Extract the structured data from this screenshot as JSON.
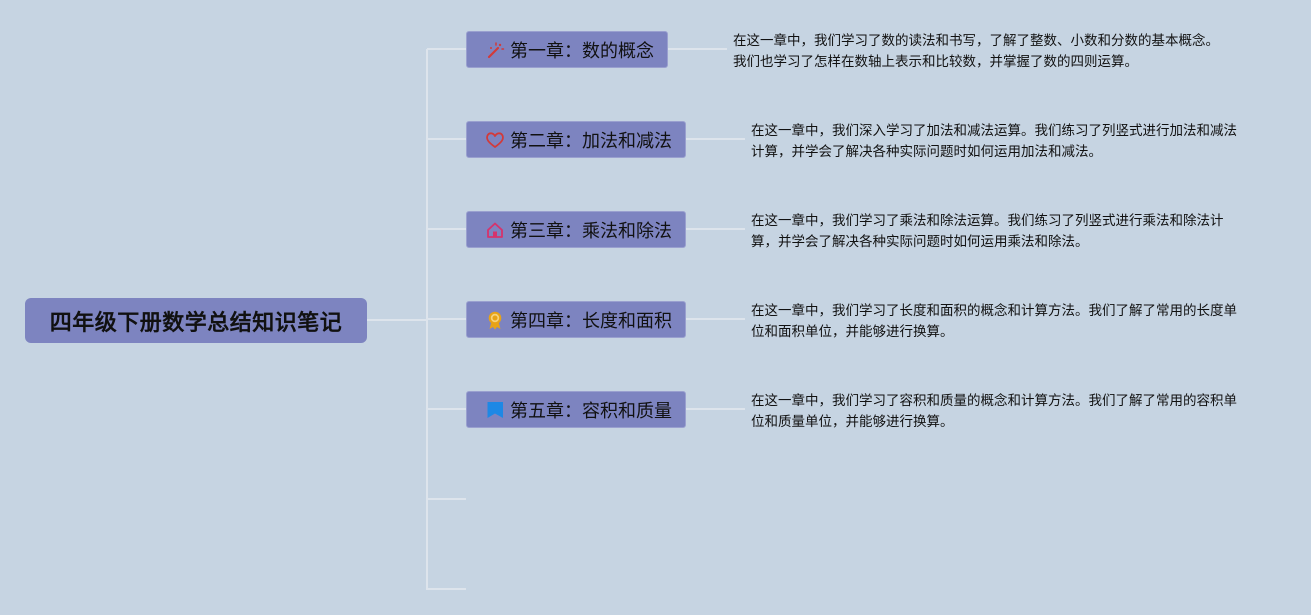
{
  "root": {
    "title": "四年级下册数学总结知识笔记"
  },
  "chapters": [
    {
      "title": "第一章：数的概念",
      "icon": "magic-wand-icon",
      "note": "在这一章中，我们学习了数的读法和书写，了解了整数、小数和分数的基本概念。我们也学习了怎样在数轴上表示和比较数，并掌握了数的四则运算。"
    },
    {
      "title": "第二章：加法和减法",
      "icon": "heart-icon",
      "note": "在这一章中，我们深入学习了加法和减法运算。我们练习了列竖式进行加法和减法计算，并学会了解决各种实际问题时如何运用加法和减法。"
    },
    {
      "title": "第三章：乘法和除法",
      "icon": "house-icon",
      "note": "在这一章中，我们学习了乘法和除法运算。我们练习了列竖式进行乘法和除法计算，并学会了解决各种实际问题时如何运用乘法和除法。"
    },
    {
      "title": "第四章：长度和面积",
      "icon": "award-ribbon-icon",
      "note": "在这一章中，我们学习了长度和面积的概念和计算方法。我们了解了常用的长度单位和面积单位，并能够进行换算。"
    },
    {
      "title": "第五章：容积和质量",
      "icon": "flag-icon",
      "note": "在这一章中，我们学习了容积和质量的概念和计算方法。我们了解了常用的容积单位和质量单位，并能够进行换算。"
    }
  ],
  "colors": {
    "background": "#c6d4e2",
    "node_fill": "#7d84c0",
    "connector": "#dde4ec",
    "wand_icon": "#d23a3a",
    "heart_icon": "#d23a3a",
    "house_icon": "#d6336c",
    "award_icon": "#e8a317",
    "flag_icon": "#1e88e5"
  }
}
